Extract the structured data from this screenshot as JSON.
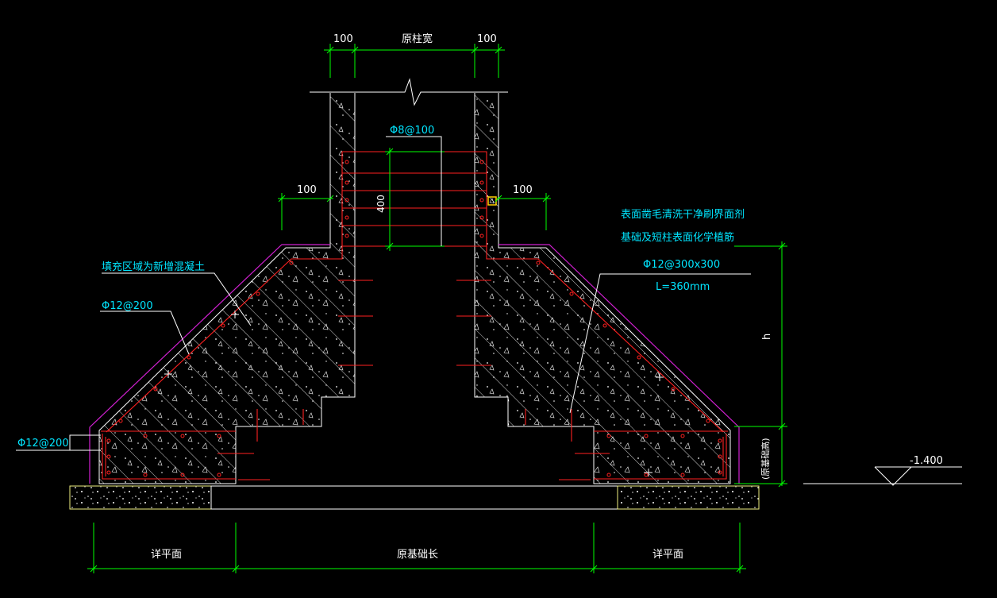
{
  "colors": {
    "background": "#000000",
    "dimension": "#00ff00",
    "concrete_outline": "#ffffff",
    "rebar": "#ff2020",
    "cad_text": "#ffffff",
    "annotation": "#00e5ff",
    "boundary": "#d020d0",
    "base_layer": "#f0f080",
    "marker": "#ffd000"
  },
  "labels": {
    "top_dim_left": "100",
    "top_dim_mid": "原柱宽",
    "top_dim_right": "100",
    "side_dim_left": "100",
    "side_dim_right": "100",
    "vertical_dim_400": "400",
    "stirrup": "Φ8@100",
    "note_line1": "表面凿毛清洗干净刷界面剂",
    "note_line2": "基础及短柱表面化学植筋",
    "anchor_spec": "Φ12@300x300",
    "anchor_length": "L=360mm",
    "fill_note": "填充区域为新增混凝土",
    "rebar_slope": "Φ12@200",
    "rebar_base": "Φ12@200",
    "height_h": "h",
    "base_height": "(原基础高)",
    "elevation": "-1.400",
    "bottom_left": "详平面",
    "bottom_mid": "原基础长",
    "bottom_right": "详平面"
  }
}
